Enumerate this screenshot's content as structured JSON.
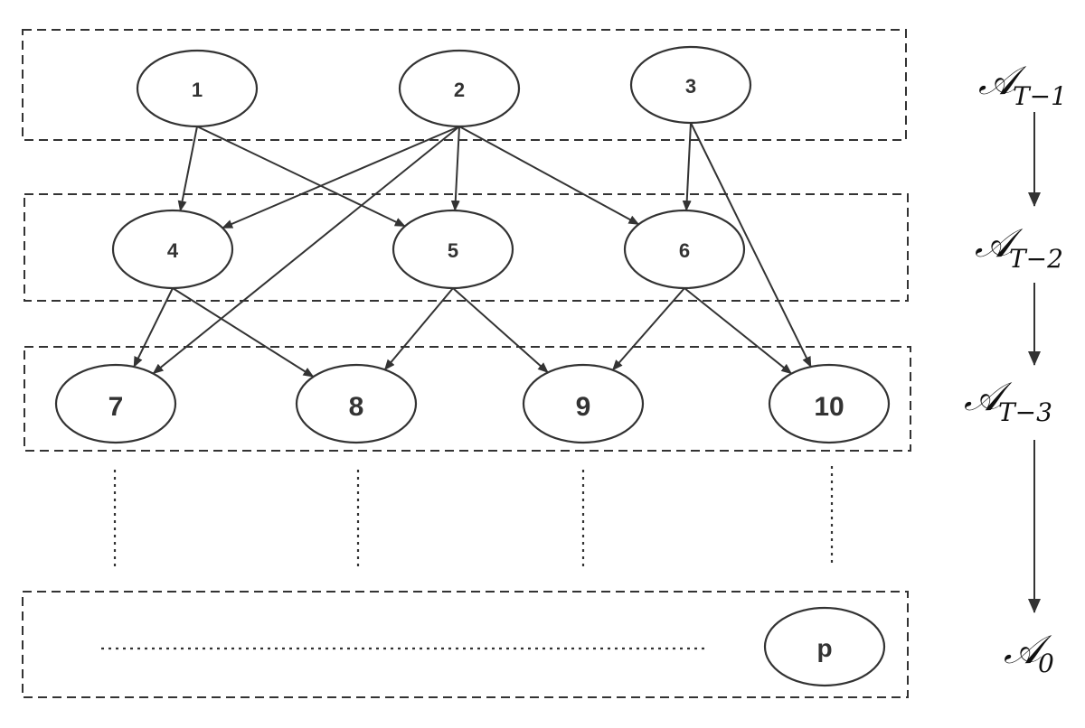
{
  "layers": [
    {
      "id": "top",
      "label": {
        "main": "𝒜",
        "sub": "T−1"
      },
      "nodes": [
        {
          "id": "n1",
          "text": "1"
        },
        {
          "id": "n2",
          "text": "2"
        },
        {
          "id": "n3",
          "text": "3"
        }
      ]
    },
    {
      "id": "second",
      "label": {
        "main": "𝒜",
        "sub": "T−2"
      },
      "nodes": [
        {
          "id": "n4",
          "text": "4"
        },
        {
          "id": "n5",
          "text": "5"
        },
        {
          "id": "n6",
          "text": "6"
        }
      ]
    },
    {
      "id": "third",
      "label": {
        "main": "𝒜",
        "sub": "T−3"
      },
      "nodes": [
        {
          "id": "n7",
          "text": "7"
        },
        {
          "id": "n8",
          "text": "8"
        },
        {
          "id": "n9",
          "text": "9"
        },
        {
          "id": "n10",
          "text": "10"
        }
      ]
    },
    {
      "id": "bottom",
      "label": {
        "main": "𝒜",
        "sub": "0"
      },
      "nodes": [
        {
          "id": "np",
          "text": "p"
        }
      ]
    }
  ],
  "edges": [
    [
      "n1",
      "n4"
    ],
    [
      "n1",
      "n5"
    ],
    [
      "n2",
      "n4"
    ],
    [
      "n2",
      "n5"
    ],
    [
      "n2",
      "n6"
    ],
    [
      "n2",
      "n7"
    ],
    [
      "n3",
      "n6"
    ],
    [
      "n3",
      "n10"
    ],
    [
      "n4",
      "n7"
    ],
    [
      "n4",
      "n8"
    ],
    [
      "n5",
      "n8"
    ],
    [
      "n5",
      "n9"
    ],
    [
      "n6",
      "n9"
    ],
    [
      "n6",
      "n10"
    ]
  ]
}
